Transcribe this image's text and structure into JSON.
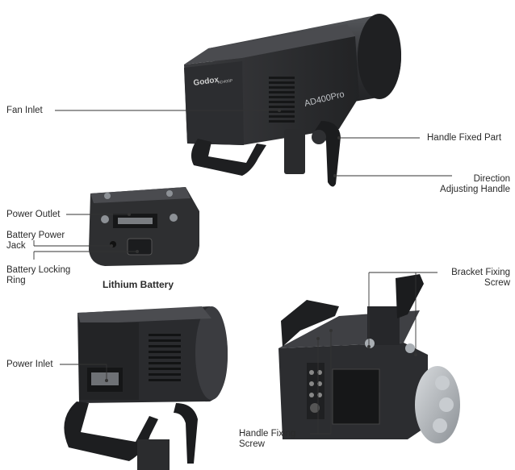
{
  "labels": {
    "fan_inlet": "Fan Inlet",
    "handle_fixed_part": "Handle Fixed Part",
    "direction_adjusting_handle_1": "Direction",
    "direction_adjusting_handle_2": "Adjusting Handle",
    "power_outlet": "Power Outlet",
    "battery_power_jack_1": "Battery Power",
    "battery_power_jack_2": "Jack",
    "battery_locking_ring_1": "Battery Locking",
    "battery_locking_ring_2": "Ring",
    "lithium_battery": "Lithium Battery",
    "power_inlet": "Power Inlet",
    "bracket_fixing_screw_1": "Bracket Fixing",
    "bracket_fixing_screw_2": "Screw",
    "handle_fixing_screw_1": "Handle Fixing",
    "handle_fixing_screw_2": "Screw"
  },
  "device_text": {
    "brand": "Godox",
    "model": "AD400Pro",
    "model_tag": "AD400P"
  },
  "colors": {
    "body_dark": "#2b2c2e",
    "body_mid": "#3d3e41",
    "body_light": "#5a5b5f",
    "metal": "#9ea3a8",
    "leader": "#333333"
  }
}
